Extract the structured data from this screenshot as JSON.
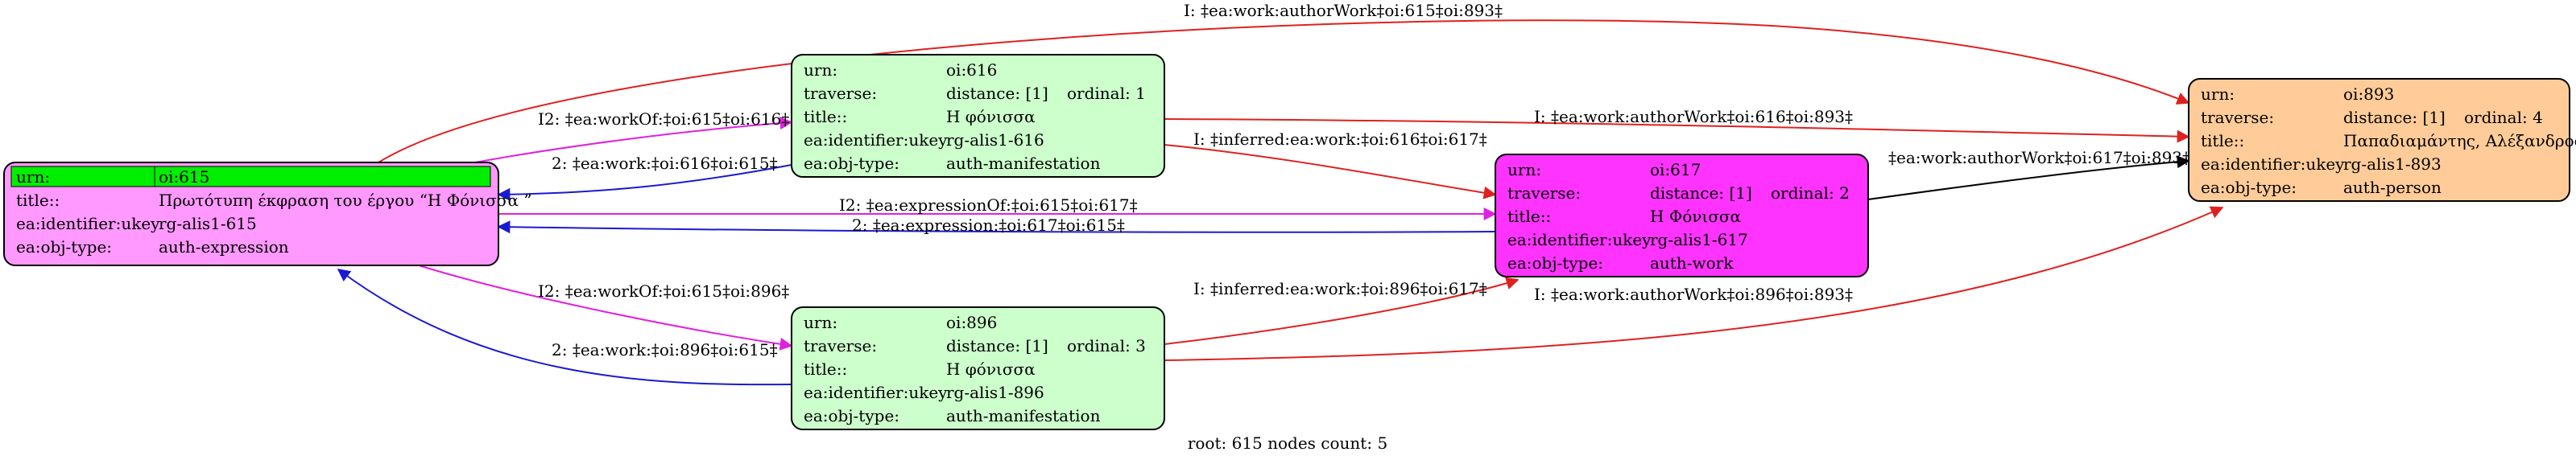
{
  "colors": {
    "red": "#e02020",
    "blue": "#1a1ad0",
    "magenta": "#e020e0",
    "black": "#000000",
    "green_fill": "#ccffcc",
    "expression_fill": "#ff99ff",
    "work_fill": "#ff33ff",
    "person_fill": "#ffcc99",
    "highlight": "#00ee00"
  },
  "nodes": {
    "n615": {
      "urn_key": "urn:",
      "urn_val": "oi:615",
      "title_key": "title::",
      "title_val": "Πρωτότυπη έκφραση του έργου “Η Φόνισσα ”",
      "ukey_key": "ea:identifier:ukey",
      "ukey_val": "rg-alis1-615",
      "type_key": "ea:obj-type:",
      "type_val": "auth-expression"
    },
    "n616": {
      "urn_key": "urn:",
      "urn_val": "oi:616",
      "trav_key": "traverse:",
      "trav_val": "distance: [1]",
      "ord_val": "ordinal: 1",
      "title_key": "title::",
      "title_val": "Η φόνισσα",
      "ukey_key": "ea:identifier:ukey",
      "ukey_val": "rg-alis1-616",
      "type_key": "ea:obj-type:",
      "type_val": "auth-manifestation"
    },
    "n896": {
      "urn_key": "urn:",
      "urn_val": "oi:896",
      "trav_key": "traverse:",
      "trav_val": "distance: [1]",
      "ord_val": "ordinal: 3",
      "title_key": "title::",
      "title_val": "Η φόνισσα",
      "ukey_key": "ea:identifier:ukey",
      "ukey_val": "rg-alis1-896",
      "type_key": "ea:obj-type:",
      "type_val": "auth-manifestation"
    },
    "n617": {
      "urn_key": "urn:",
      "urn_val": "oi:617",
      "trav_key": "traverse:",
      "trav_val": "distance: [1]",
      "ord_val": "ordinal: 2",
      "title_key": "title::",
      "title_val": "Η Φόνισσα",
      "ukey_key": "ea:identifier:ukey",
      "ukey_val": "rg-alis1-617",
      "type_key": "ea:obj-type:",
      "type_val": "auth-work"
    },
    "n893": {
      "urn_key": "urn:",
      "urn_val": "oi:893",
      "trav_key": "traverse:",
      "trav_val": "distance: [1]",
      "ord_val": "ordinal: 4",
      "title_key": "title::",
      "title_val": "Παπαδιαμάντης, Αλέξανδρος",
      "ukey_key": "ea:identifier:ukey",
      "ukey_val": "rg-alis1-893",
      "type_key": "ea:obj-type:",
      "type_val": "auth-person"
    }
  },
  "edges": {
    "e615_893": "I: ‡ea:work:authorWork‡oi:615‡oi:893‡",
    "e615_616": "I2: ‡ea:workOf:‡oi:615‡oi:616‡",
    "e616_615": "2: ‡ea:work:‡oi:616‡oi:615‡",
    "e616_893": "I: ‡ea:work:authorWork‡oi:616‡oi:893‡",
    "e616_617": "I: ‡inferred:ea:work:‡oi:616‡oi:617‡",
    "e617_893": "‡ea:work:authorWork‡oi:617‡oi:893‡",
    "e615_617": "I2: ‡ea:expressionOf:‡oi:615‡oi:617‡",
    "e617_615": "2: ‡ea:expression:‡oi:617‡oi:615‡",
    "e615_896": "I2: ‡ea:workOf:‡oi:615‡oi:896‡",
    "e896_615": "2: ‡ea:work:‡oi:896‡oi:615‡",
    "e896_617": "I: ‡inferred:ea:work:‡oi:896‡oi:617‡",
    "e896_893": "I: ‡ea:work:authorWork‡oi:896‡oi:893‡"
  },
  "footer": "root: 615 nodes count: 5"
}
